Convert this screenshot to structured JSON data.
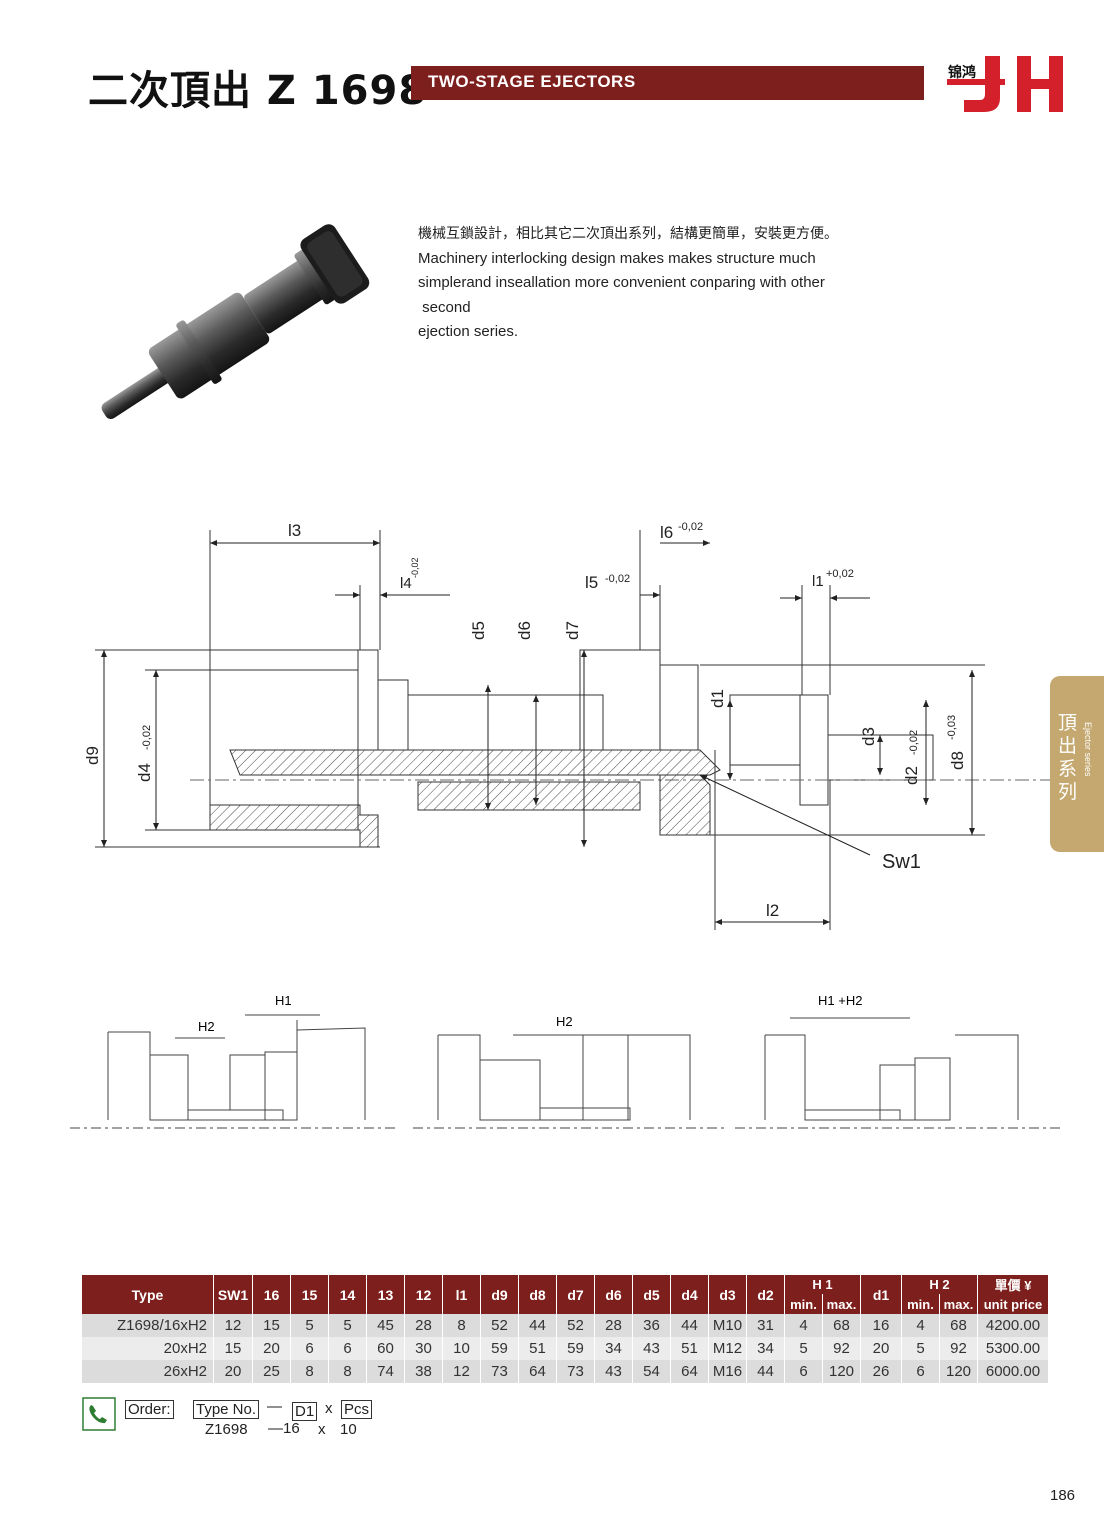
{
  "header": {
    "title_cn": "二次頂出 Z 1698",
    "title_en": "TWO-STAGE EJECTORS",
    "logo_cn": "锦鸿",
    "logo_mark": "JH",
    "brand_color": "#7d1f1c",
    "logo_color": "#d4202a"
  },
  "description": {
    "line_cn": "機械互鎖設計，相比其它二次頂出系列，結構更簡單，安裝更方便。",
    "line_en_1": "Machinery interlocking design makes makes  structure  much",
    "line_en_2": "simplerand inseallation more convenient conparing with other",
    "line_en_3": " second",
    "line_en_4": "ejection series."
  },
  "side_tab": {
    "text_cn": "頂出系列",
    "text_en": "Ejector series",
    "color": "#c4a86f"
  },
  "drawing": {
    "labels": {
      "l3": "l3",
      "l4": "l4",
      "l4_tol": "-0,02",
      "l5": "l5",
      "l5_tol": "-0,02",
      "l6": "l6",
      "l6_tol": "-0,02",
      "l1": "l1",
      "l1_tol": "+0,02",
      "d5": "d5",
      "d6": "d6",
      "d7": "d7",
      "d1": "d1",
      "d3": "d3",
      "d2": "d2",
      "d2_tol": "-0,02",
      "d8": "d8",
      "d8_tol": "-0,03",
      "d9": "d9",
      "d4": "d4",
      "d4_tol": "-0,02",
      "sw1": "Sw1",
      "l2": "l2"
    },
    "stages": {
      "stage1_h1": "H1",
      "stage1_h2": "H2",
      "stage2_h2": "H2",
      "stage3_h1h2": "H1 +H2"
    }
  },
  "table": {
    "headers": [
      "Type",
      "SW1",
      "16",
      "15",
      "14",
      "13",
      "12",
      "l1",
      "d9",
      "d8",
      "d7",
      "d6",
      "d5",
      "d4",
      "d3",
      "d2",
      "H 1",
      "d1",
      "H 2",
      "單價 ¥"
    ],
    "sub_headers": {
      "h1_min": "min.",
      "h1_max": "max.",
      "h2_min": "min.",
      "h2_max": "max.",
      "price": "unit price"
    },
    "rows": [
      [
        "Z1698/16xH2",
        "12",
        "15",
        "5",
        "5",
        "45",
        "28",
        "8",
        "52",
        "44",
        "52",
        "28",
        "36",
        "44",
        "M10",
        "31",
        "4",
        "68",
        "16",
        "4",
        "68",
        "4200.00"
      ],
      [
        "20xH2",
        "15",
        "20",
        "6",
        "6",
        "60",
        "30",
        "10",
        "59",
        "51",
        "59",
        "34",
        "43",
        "51",
        "M12",
        "34",
        "5",
        "92",
        "20",
        "5",
        "92",
        "5300.00"
      ],
      [
        "26xH2",
        "20",
        "25",
        "8",
        "8",
        "74",
        "38",
        "12",
        "73",
        "64",
        "73",
        "43",
        "54",
        "64",
        "M16",
        "44",
        "6",
        "120",
        "26",
        "6",
        "120",
        "6000.00"
      ]
    ]
  },
  "order": {
    "label": "Order:",
    "type_no": "Type No.",
    "dash": "—",
    "d1": "D1",
    "x": "x",
    "pcs": "Pcs",
    "example_type": "Z1698",
    "example_d1": "—16",
    "example_x": "x",
    "example_pcs": "10"
  },
  "page_number": "186"
}
